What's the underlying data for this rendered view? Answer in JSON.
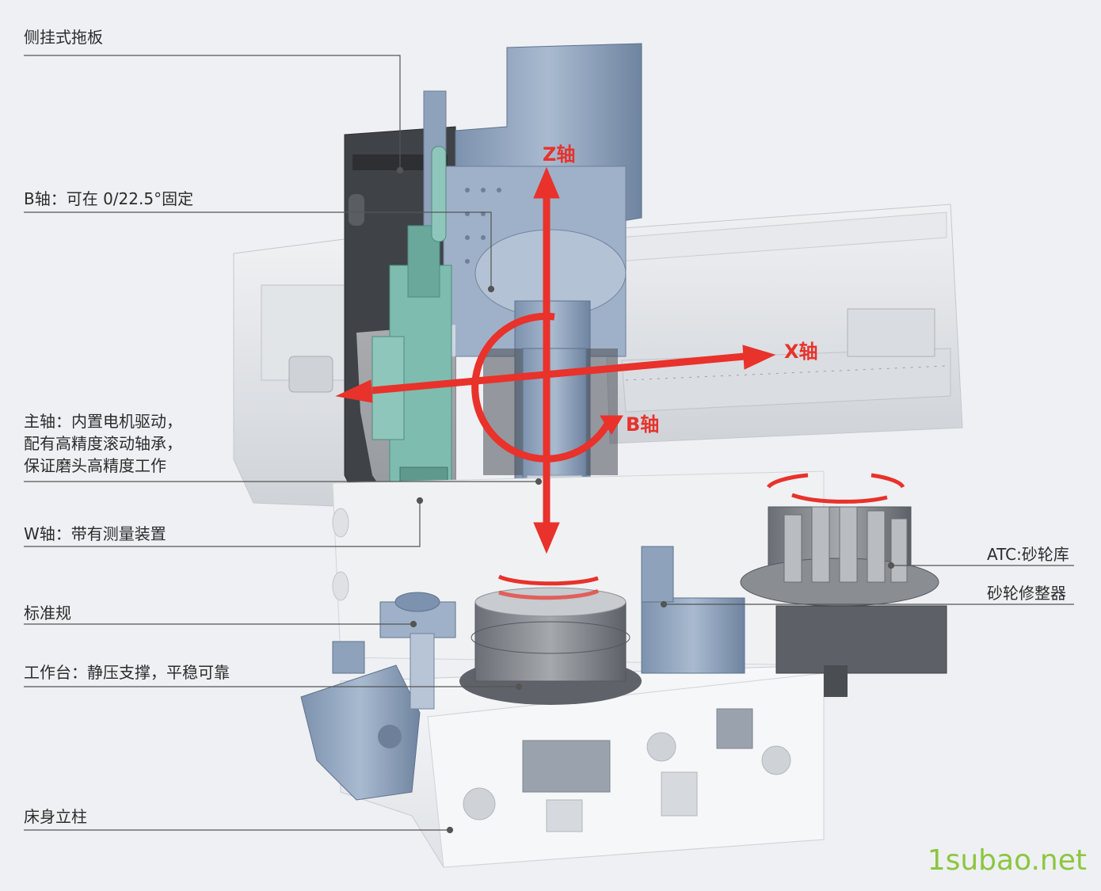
{
  "labels": {
    "side_carriage": "侧挂式拖板",
    "b_axis": "B轴：可在 0/22.5°固定",
    "spindle": "主轴：内置电机驱动，\n配有高精度滚动轴承，\n保证磨头高精度工作",
    "w_axis": "W轴：带有测量装置",
    "gauge": "标准规",
    "worktable": "工作台：静压支撑，平稳可靠",
    "bed_column": "床身立柱",
    "atc": "ATC:砂轮库",
    "dresser": "砂轮修整器"
  },
  "axes": {
    "z": "Z轴",
    "x": "X轴",
    "b": "B轴"
  },
  "colors": {
    "arrow": "#e8322b",
    "leader": "#555555",
    "machine_blue": "#8fa3bd",
    "machine_green": "#7ab8ad",
    "bed_white": "#f3f4f6",
    "dark_gray": "#4a4d52"
  },
  "watermark": "1subao.net"
}
